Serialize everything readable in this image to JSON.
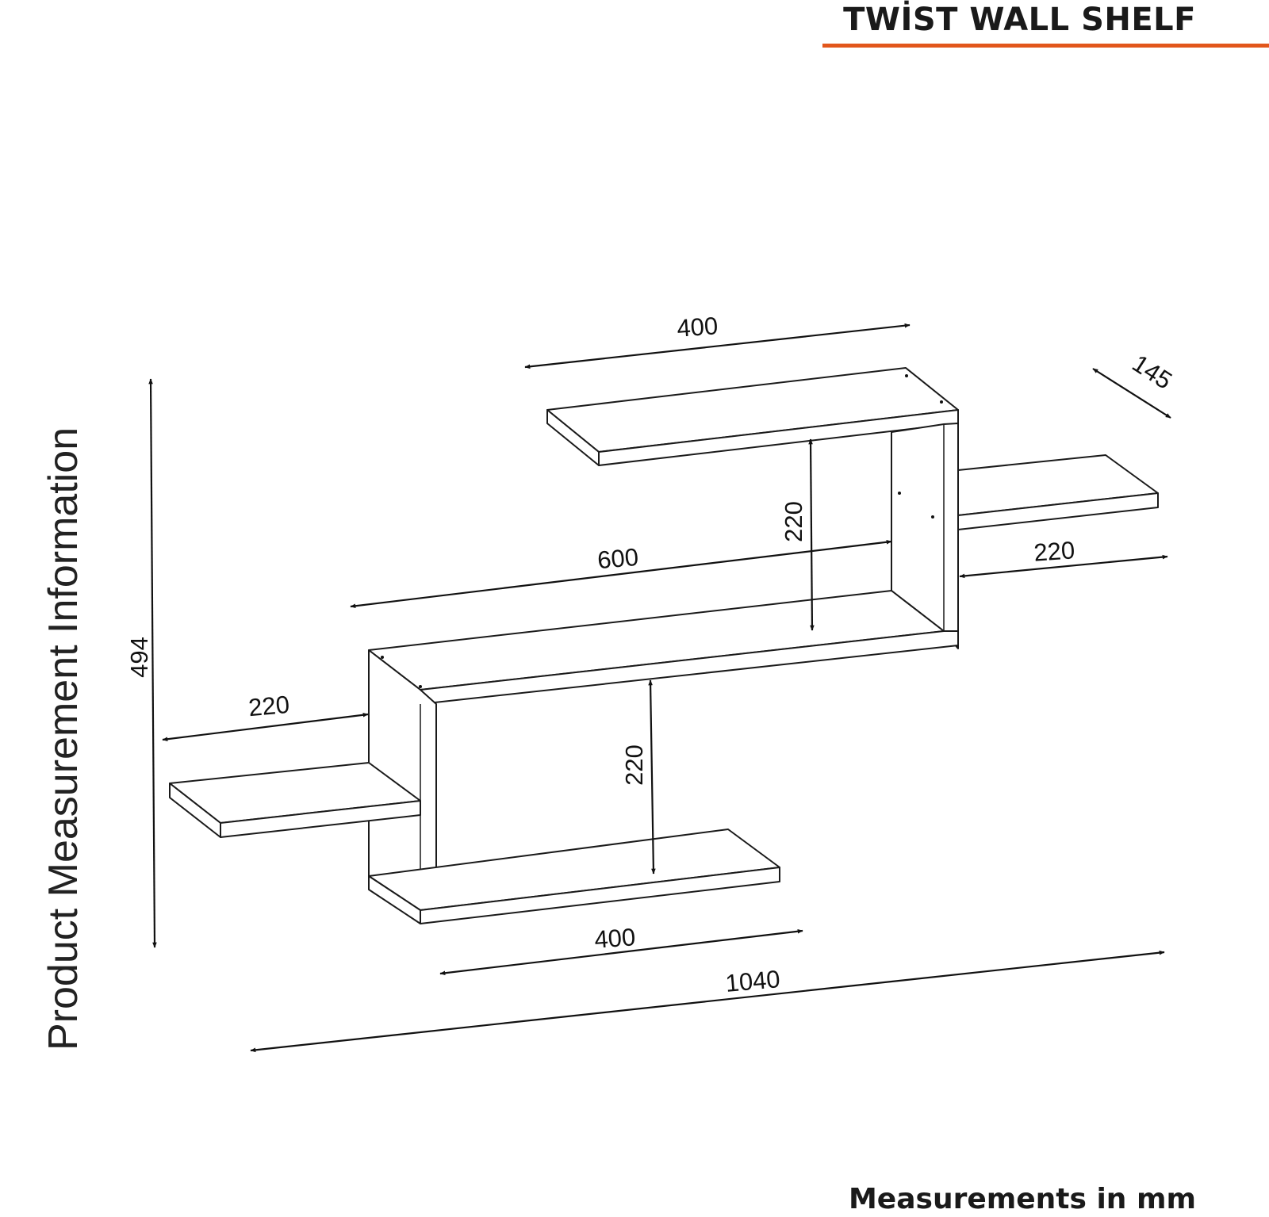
{
  "header": {
    "title": "TWİST WALL SHELF",
    "accent_color": "#e2561b"
  },
  "side_label": "Product Measurement Information",
  "footer": "Measurements in mm",
  "dimensions": {
    "top_shelf_width": "400",
    "depth": "145",
    "upper_height": "220",
    "middle_shelf_width": "600",
    "right_shelf_width": "220",
    "left_shelf_width": "220",
    "lower_height": "220",
    "total_height": "494",
    "bottom_shelf_width": "400",
    "total_width": "1040"
  }
}
